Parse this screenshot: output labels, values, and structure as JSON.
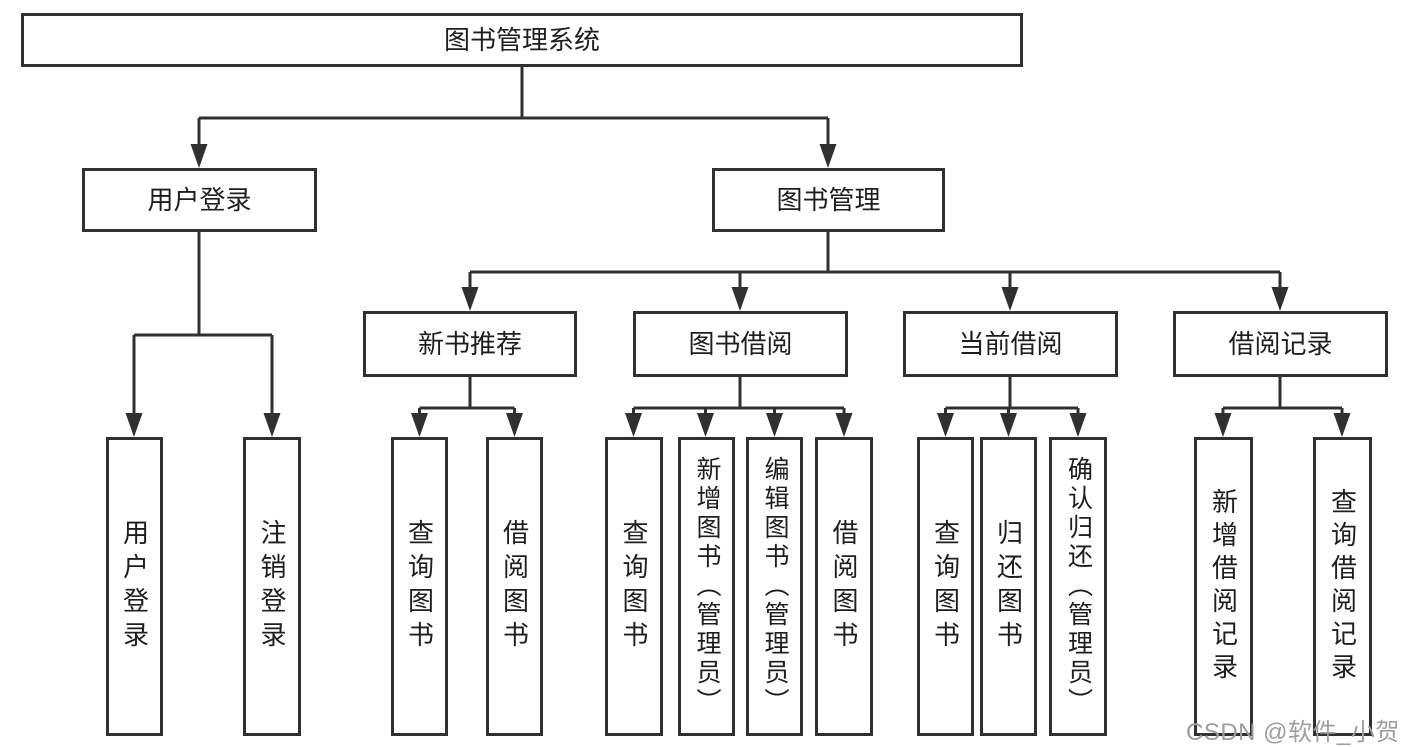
{
  "page": {
    "background": "#ffffff"
  },
  "colors": {
    "line": "#303030",
    "box_border": "#303030",
    "text": "#1e1e1e",
    "watermark": "#9e9e9e"
  },
  "watermark": {
    "text": "CSDN @软件_小贺同学"
  },
  "nodes": {
    "root": "图书管理系统",
    "user_login": "用户登录",
    "book_management": "图书管理",
    "new_book_recommend": "新书推荐",
    "book_borrowing": "图书借阅",
    "current_borrowing": "当前借阅",
    "borrowing_records": "借阅记录",
    "leaf_user_login": "用户登录",
    "leaf_logout": "注销登录",
    "nr_query_books": "查询图书",
    "nr_borrow_books": "借阅图书",
    "bb_query_books": "查询图书",
    "bb_add_books": "新增图书（管理员）",
    "bb_edit_books": "编辑图书（管理员）",
    "bb_borrow_books": "借阅图书",
    "cb_query_books": "查询图书",
    "cb_return_books": "归还图书",
    "cb_confirm_return": "确认归还（管理员）",
    "br_add_record": "新增借阅记录",
    "br_query_record": "查询借阅记录"
  },
  "hierarchy": {
    "图书管理系统": {
      "用户登录": [
        "用户登录",
        "注销登录"
      ],
      "图书管理": {
        "新书推荐": [
          "查询图书",
          "借阅图书"
        ],
        "图书借阅": [
          "查询图书",
          "新增图书（管理员）",
          "编辑图书（管理员）",
          "借阅图书"
        ],
        "当前借阅": [
          "查询图书",
          "归还图书",
          "确认归还（管理员）"
        ],
        "借阅记录": [
          "新增借阅记录",
          "查询借阅记录"
        ]
      }
    }
  }
}
